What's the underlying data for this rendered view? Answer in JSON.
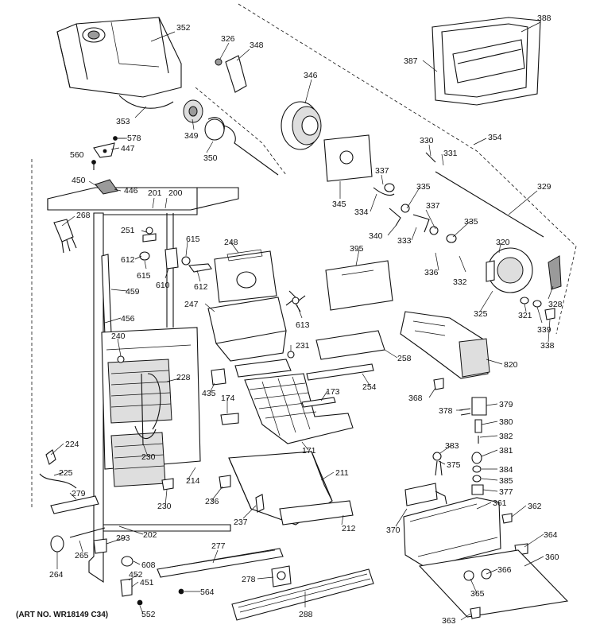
{
  "caption": "(ART NO. WR18149 C34)",
  "labels": {
    "p352": "352",
    "p326": "326",
    "p348": "348",
    "p346": "346",
    "p388": "388",
    "p387": "387",
    "p578": "578",
    "p447": "447",
    "p560": "560",
    "p353": "353",
    "p349": "349",
    "p350": "350",
    "p330": "330",
    "p331": "331",
    "p354": "354",
    "p450": "450",
    "p446": "446",
    "p201": "201",
    "p200": "200",
    "p345": "345",
    "p337a": "337",
    "p335a": "335",
    "p329": "329",
    "p268": "268",
    "p251": "251",
    "p334": "334",
    "p337b": "337",
    "p340": "340",
    "p333": "333",
    "p335b": "335",
    "p615a": "615",
    "p248": "248",
    "p612a": "612",
    "p395": "395",
    "p320": "320",
    "p615b": "615",
    "p610": "610",
    "p612b": "612",
    "p336": "336",
    "p332": "332",
    "p459": "459",
    "p613": "613",
    "p325": "325",
    "p321": "321",
    "p328": "328",
    "p247": "247",
    "p456": "456",
    "p339": "339",
    "p338": "338",
    "p240": "240",
    "p231": "231",
    "p258": "258",
    "p820": "820",
    "p228": "228",
    "p254": "254",
    "p435": "435",
    "p368": "368",
    "p174": "174",
    "p173": "173",
    "p379": "379",
    "p378": "378",
    "p380": "380",
    "p224": "224",
    "p230a": "230",
    "p171": "171",
    "p382": "382",
    "p381": "381",
    "p383": "383",
    "p375": "375",
    "p225": "225",
    "p214": "214",
    "p211": "211",
    "p384": "384",
    "p385": "385",
    "p279": "279",
    "p236": "236",
    "p377": "377",
    "p230b": "230",
    "p361": "361",
    "p362": "362",
    "p237": "237",
    "p212": "212",
    "p370": "370",
    "p293": "293",
    "p202": "202",
    "p364": "364",
    "p265": "265",
    "p277": "277",
    "p360": "360",
    "p264": "264",
    "p608": "608",
    "p452": "452",
    "p278": "278",
    "p366": "366",
    "p451": "451",
    "p564": "564",
    "p365": "365",
    "p288": "288",
    "p552": "552",
    "p363": "363"
  }
}
